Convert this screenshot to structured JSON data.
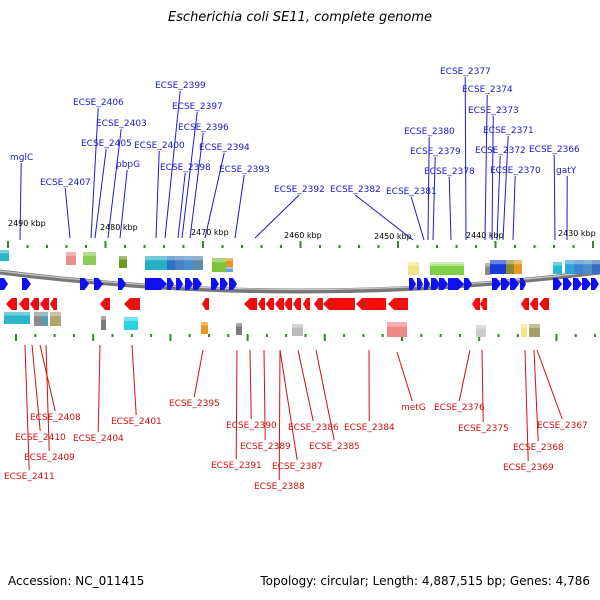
{
  "title": "Escherichia coli SE11, complete genome",
  "footer": {
    "accession": "Accession: NC_011415",
    "summary": "Topology: circular; Length: 4,887,515 bp; Genes: 4,786"
  },
  "colors": {
    "forward_label": "#1a1acc",
    "reverse_label": "#d01010",
    "forward_gene": "#1010ee",
    "reverse_gene": "#ee1010",
    "tick": "#2e8b22",
    "backbone": "#777777"
  },
  "scale_labels": [
    "2490 kbp",
    "2480 kbp",
    "2470 kbp",
    "2460 kbp",
    "2450 kbp",
    "2440 kbp",
    "2430 kbp"
  ],
  "forward_labels": [
    "mglC",
    "ECSE_2407",
    "ECSE_2406",
    "ECSE_2405",
    "ECSE_2403",
    "pbpG",
    "ECSE_2400",
    "ECSE_2399",
    "ECSE_2398",
    "ECSE_2397",
    "ECSE_2396",
    "ECSE_2394",
    "ECSE_2393",
    "ECSE_2392",
    "ECSE_2382",
    "ECSE_2381",
    "ECSE_2380",
    "ECSE_2379",
    "ECSE_2378",
    "ECSE_2377",
    "ECSE_2374",
    "ECSE_2373",
    "ECSE_2372",
    "ECSE_2371",
    "ECSE_2370",
    "ECSE_2366",
    "gatY"
  ],
  "reverse_labels": [
    "ECSE_2408",
    "ECSE_2410",
    "ECSE_2409",
    "ECSE_2411",
    "ECSE_2404",
    "ECSE_2401",
    "ECSE_2395",
    "ECSE_2390",
    "ECSE_2391",
    "ECSE_2389",
    "ECSE_2387",
    "ECSE_2388",
    "ECSE_2386",
    "ECSE_2385",
    "ECSE_2384",
    "metG",
    "ECSE_2376",
    "ECSE_2375",
    "ECSE_2367",
    "ECSE_2368",
    "ECSE_2369"
  ]
}
